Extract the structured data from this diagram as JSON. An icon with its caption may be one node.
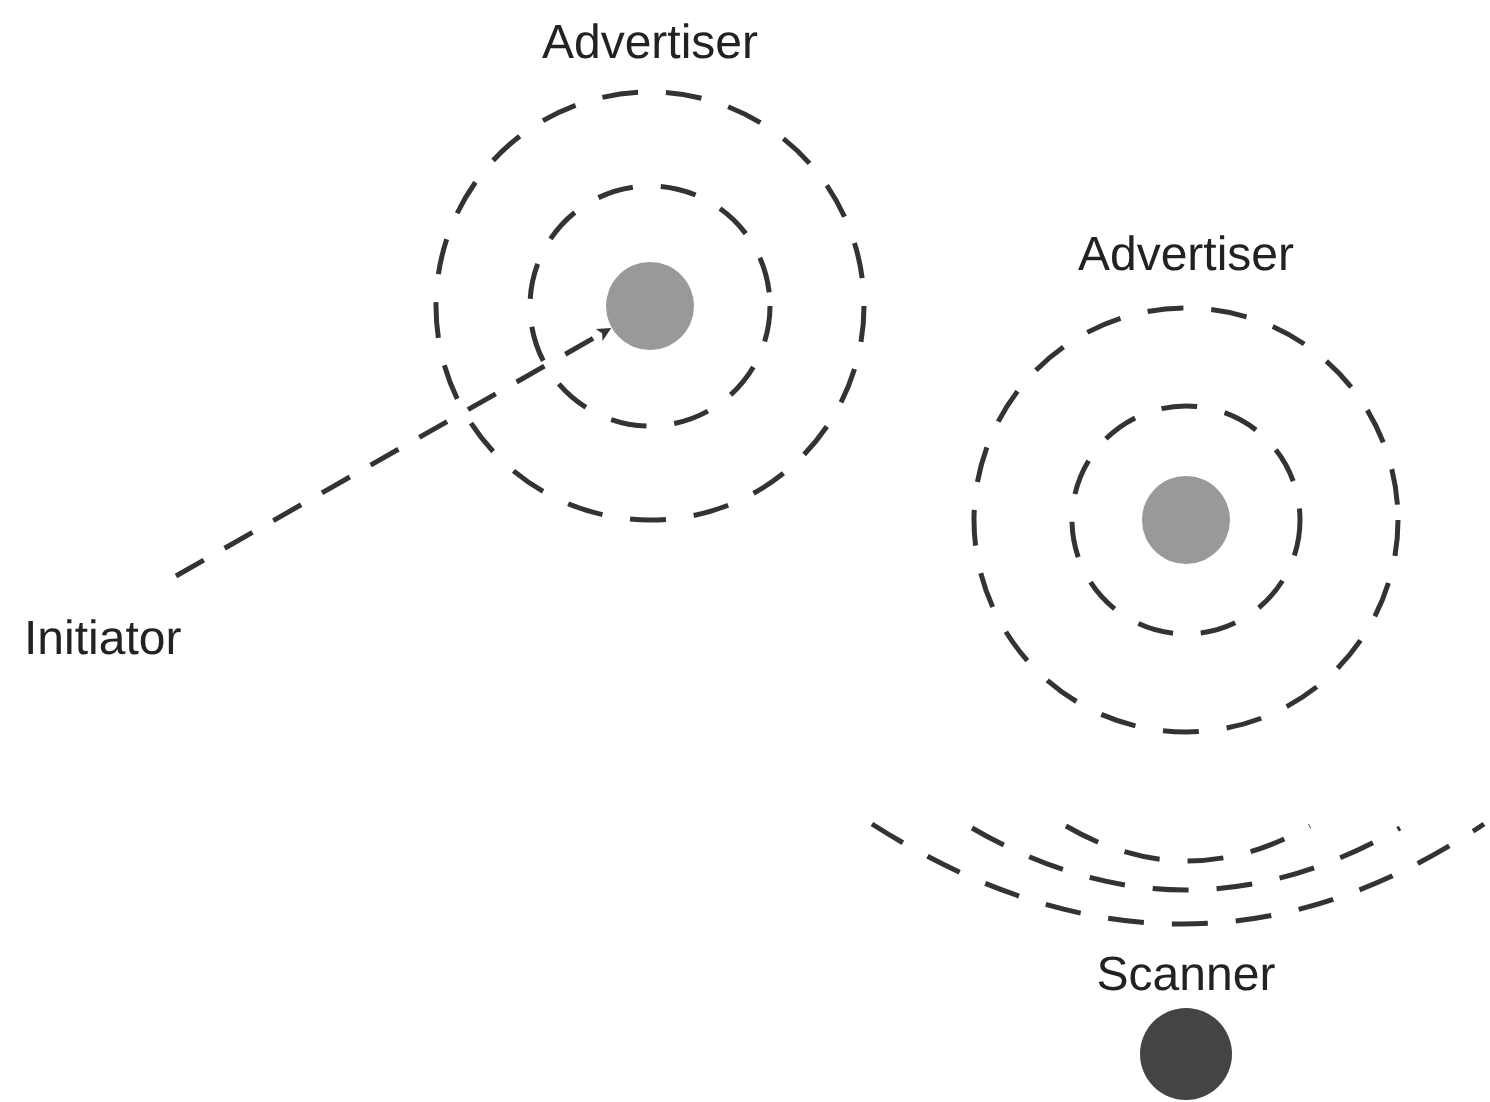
{
  "diagram": {
    "nodes": [
      {
        "text": [
          "Advertiser"
        ]
      },
      {
        "text": [
          "Advertiser"
        ]
      },
      {
        "text": [
          "Initiator"
        ]
      },
      {
        "text": [
          "Scanner"
        ]
      }
    ],
    "edges": [
      {
        "from": 2,
        "to": 0,
        "arrow": "to",
        "style": "dashed"
      }
    ]
  }
}
